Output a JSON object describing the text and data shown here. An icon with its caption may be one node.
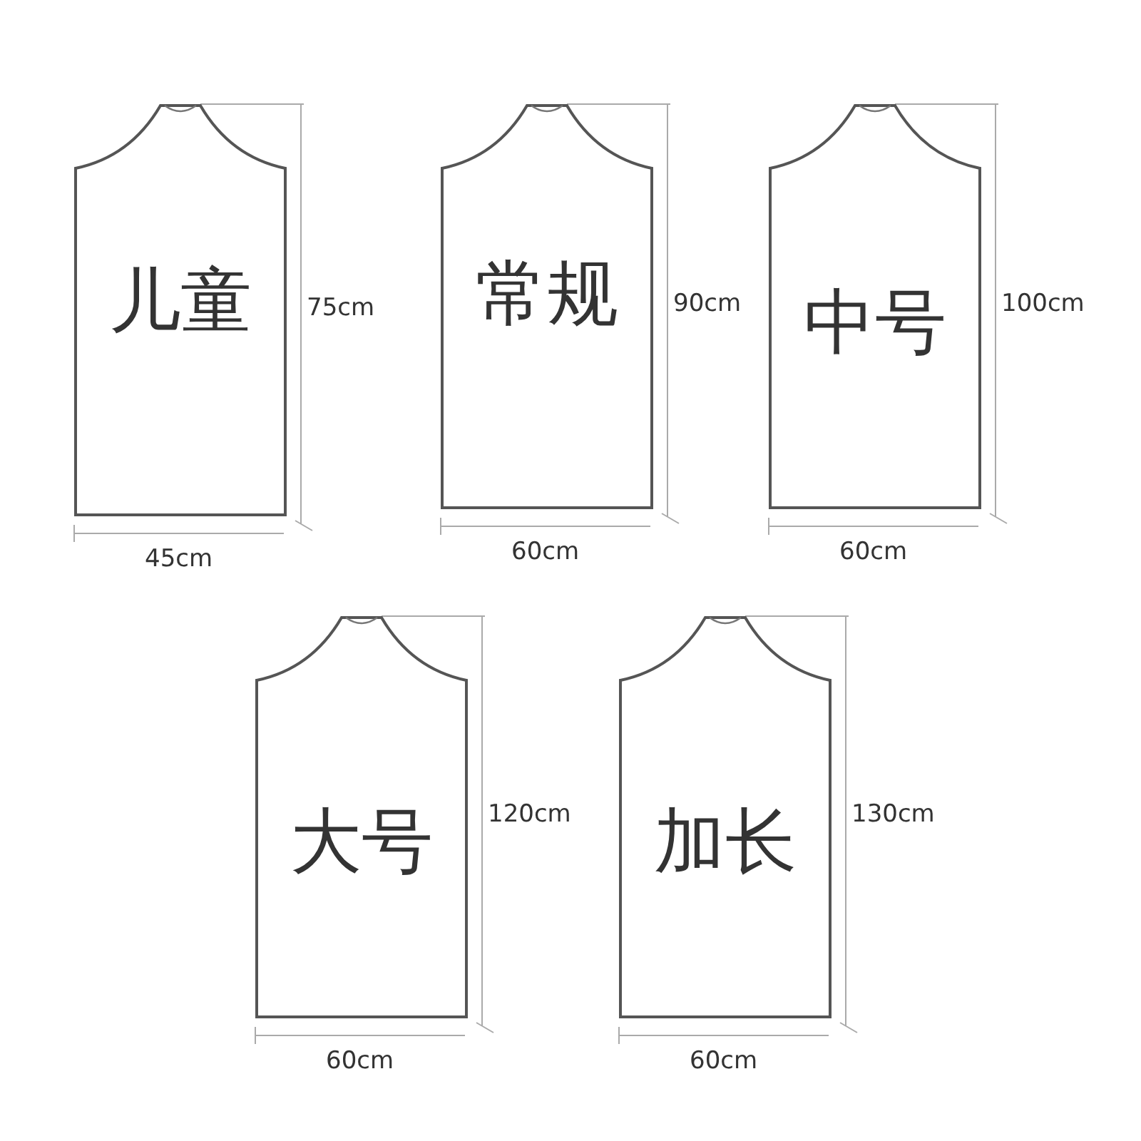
{
  "diagram": {
    "nodes": [
      {
        "text": [
          "儿童"
        ]
      },
      {
        "text": [
          "常规"
        ]
      },
      {
        "text": [
          "中号"
        ]
      },
      {
        "text": [
          "大号"
        ]
      },
      {
        "text": [
          "加长"
        ]
      }
    ],
    "labels": [
      "75cm",
      "90cm",
      "100cm",
      "45cm",
      "60cm",
      "60cm",
      "120cm",
      "130cm",
      "60cm",
      "60cm"
    ]
  }
}
